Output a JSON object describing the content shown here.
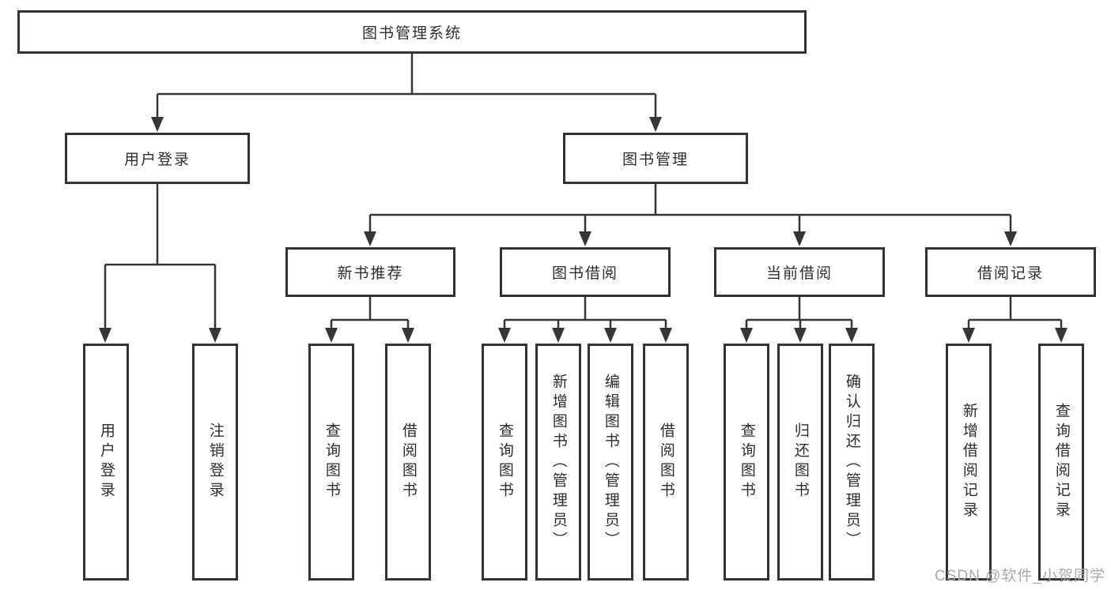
{
  "diagram": {
    "root": {
      "label": "图书管理系统"
    },
    "branches": [
      {
        "label": "用户登录",
        "children": [
          {
            "label": "用户登录"
          },
          {
            "label": "注销登录"
          }
        ]
      },
      {
        "label": "图书管理",
        "children": [
          {
            "label": "新书推荐",
            "children": [
              {
                "label": "查询图书"
              },
              {
                "label": "借阅图书"
              }
            ]
          },
          {
            "label": "图书借阅",
            "children": [
              {
                "label": "查询图书"
              },
              {
                "label": "新增图书（管理员）"
              },
              {
                "label": "编辑图书（管理员）"
              },
              {
                "label": "借阅图书"
              }
            ]
          },
          {
            "label": "当前借阅",
            "children": [
              {
                "label": "查询图书"
              },
              {
                "label": "归还图书"
              },
              {
                "label": "确认归还（管理员）"
              }
            ]
          },
          {
            "label": "借阅记录",
            "children": [
              {
                "label": "新增借阅记录"
              },
              {
                "label": "查询借阅记录"
              }
            ]
          }
        ]
      }
    ],
    "watermark": "CSDN @软件_小贺同学"
  },
  "colors": {
    "line": "#363636",
    "box_border": "#333333",
    "text": "#2d2d2d",
    "background": "#ffffff",
    "watermark": "#a9a9a9"
  }
}
